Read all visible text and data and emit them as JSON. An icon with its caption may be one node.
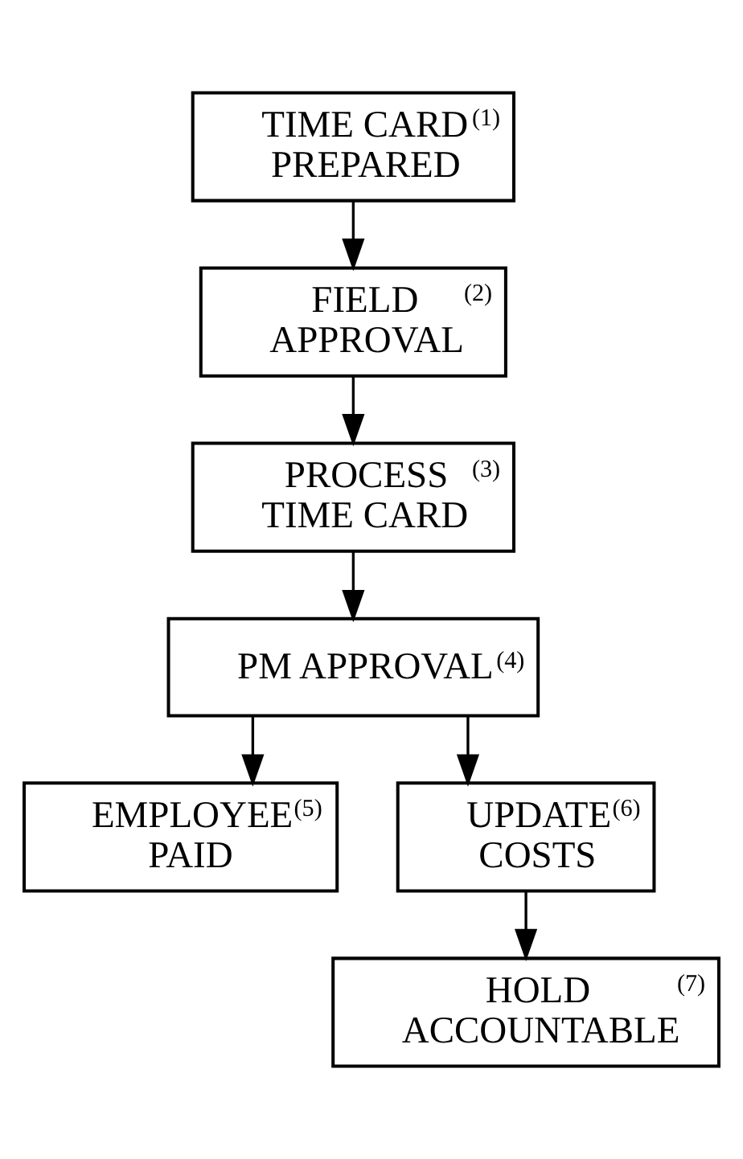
{
  "diagram": {
    "nodes": [
      {
        "text": [
          "TIME CARD PREPARED",
          "(1)"
        ]
      },
      {
        "text": [
          "FIELD APPROVAL",
          "(2)"
        ]
      },
      {
        "text": [
          "PROCESS TIME CARD",
          "(3)"
        ]
      },
      {
        "text": [
          "PM APPROVAL",
          "(4)"
        ]
      },
      {
        "text": [
          "EMPLOYEE PAID",
          "(5)"
        ]
      },
      {
        "text": [
          "UPDATE COSTS",
          "(6)"
        ]
      },
      {
        "text": [
          "HOLD ACCOUNTABLE",
          "(7)"
        ]
      }
    ],
    "edges": [
      {
        "from": 0,
        "to": 1,
        "arrow": "to"
      },
      {
        "from": 1,
        "to": 2,
        "arrow": "to"
      },
      {
        "from": 2,
        "to": 3,
        "arrow": "to"
      },
      {
        "from": 3,
        "to": 4,
        "arrow": "to"
      },
      {
        "from": 3,
        "to": 5,
        "arrow": "to"
      },
      {
        "from": 5,
        "to": 6,
        "arrow": "to"
      }
    ]
  }
}
